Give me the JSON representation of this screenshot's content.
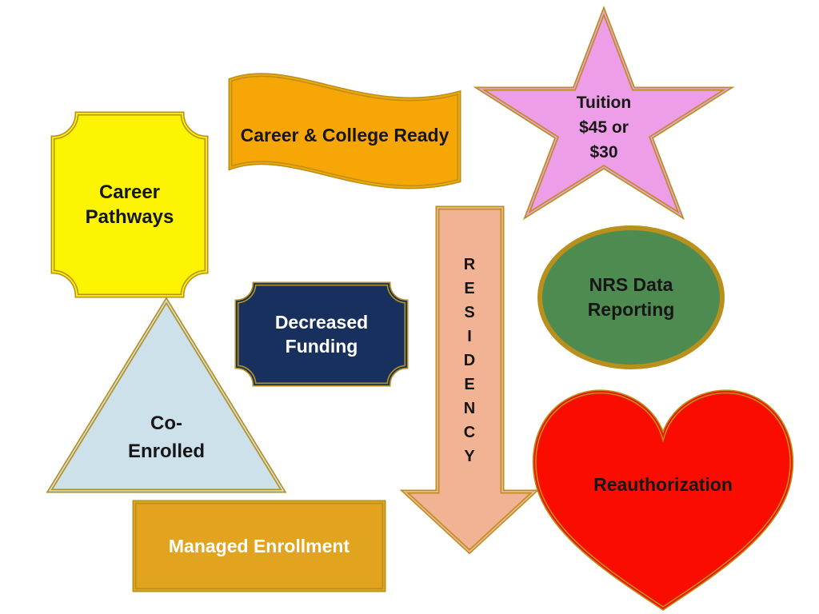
{
  "slide": {
    "background": "#FFFFFF",
    "gold": "#B9901C"
  },
  "shapes": {
    "career_pathways": {
      "lines": [
        "Career",
        "Pathways"
      ],
      "fill": "#FCF400",
      "text_color": "#161616"
    },
    "career_college_ready": {
      "label": "Career & College Ready",
      "fill": "#F7A705",
      "text_color": "#161616"
    },
    "tuition": {
      "lines": [
        "Tuition",
        "$45 or",
        "$30"
      ],
      "fill": "#EE9EE8",
      "text_color": "#161616"
    },
    "decreased_funding": {
      "lines": [
        "Decreased",
        "Funding"
      ],
      "fill": "#17305E",
      "text_color": "#FFFFFF"
    },
    "residency": {
      "letters": [
        "R",
        "E",
        "S",
        "I",
        "D",
        "E",
        "N",
        "C",
        "Y"
      ],
      "fill": "#F2B294",
      "text_color": "#161616"
    },
    "nrs_data_reporting": {
      "lines": [
        "NRS Data",
        "Reporting"
      ],
      "fill": "#4E8B51",
      "text_color": "#161616"
    },
    "co_enrolled": {
      "lines": [
        "Co-",
        "Enrolled"
      ],
      "fill": "#CCE1EA",
      "text_color": "#161616"
    },
    "reauthorization": {
      "label": "Reauthorization",
      "fill": "#FA0D00",
      "text_color": "#161616"
    },
    "managed_enrollment": {
      "label": "Managed Enrollment",
      "fill": "#E2A41E",
      "text_color": "#FFFFFF"
    }
  }
}
